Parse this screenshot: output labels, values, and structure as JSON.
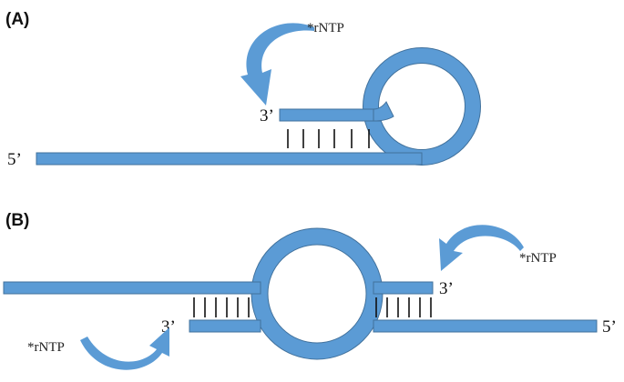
{
  "panels": {
    "a": {
      "label": "(A)",
      "primer_end": "3’",
      "template_end": "5’",
      "nucleotide": "*rNTP"
    },
    "b": {
      "label": "(B)",
      "upper_primer_end": "3’",
      "lower_primer_end": "3’",
      "right_strand_end": "5’",
      "nucleotide_upper": "*rNTP",
      "nucleotide_lower": "*rNTP"
    }
  },
  "colors": {
    "strand_fill": "#5b9bd5",
    "strand_outline": "#41719c",
    "base_pair": "#111111"
  }
}
